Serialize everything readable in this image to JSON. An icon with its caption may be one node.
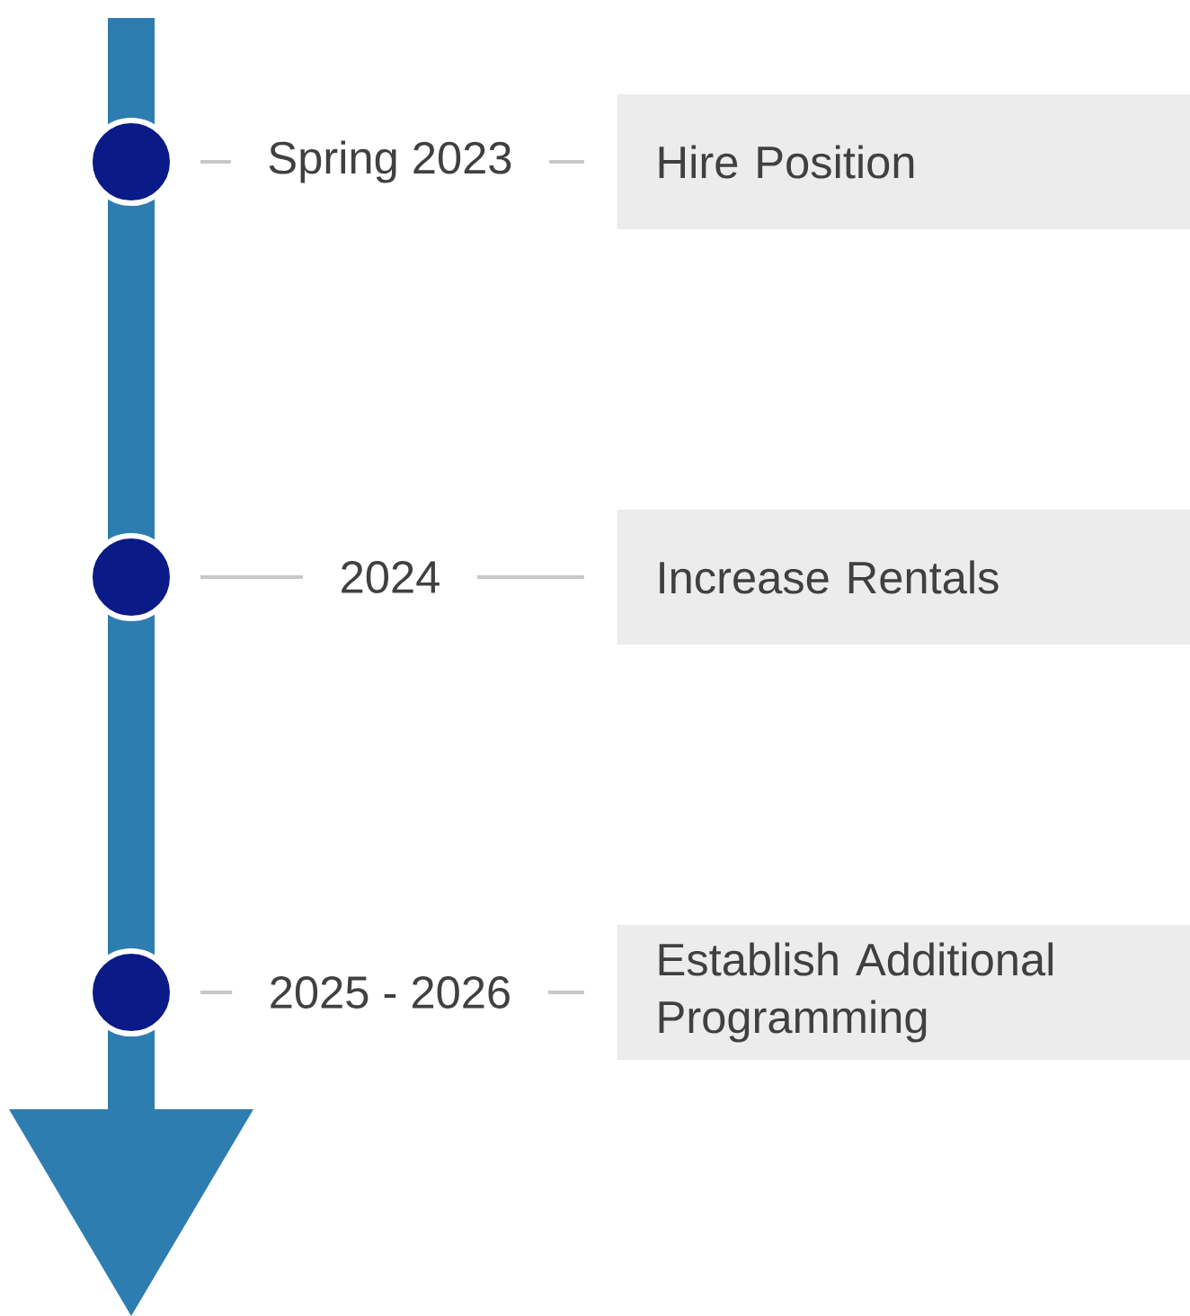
{
  "diagram": {
    "nodes": [
      {
        "text": [],
        "shape": "circle"
      },
      {
        "text": [
          "Spring 2023"
        ]
      },
      {
        "text": [
          "Hire Position"
        ]
      },
      {
        "text": [],
        "shape": "circle"
      },
      {
        "text": [
          "2024"
        ]
      },
      {
        "text": [
          "Increase Rentals"
        ]
      },
      {
        "text": [],
        "shape": "circle"
      },
      {
        "text": [
          "2025 - 2026"
        ]
      },
      {
        "text": [
          "Establish Additional Programming"
        ]
      }
    ],
    "edges": [
      {
        "from": 0,
        "to": 1,
        "arrow": "none"
      },
      {
        "from": 1,
        "to": 2,
        "arrow": "none"
      },
      {
        "from": 3,
        "to": 4,
        "arrow": "none"
      },
      {
        "from": 4,
        "to": 5,
        "arrow": "none"
      },
      {
        "from": 6,
        "to": 7,
        "arrow": "none"
      },
      {
        "from": 7,
        "to": 8,
        "arrow": "none"
      }
    ]
  }
}
